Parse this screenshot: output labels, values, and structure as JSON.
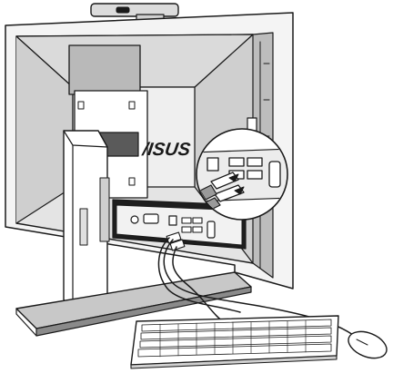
{
  "brand": {
    "logo_text": "/ISUS"
  },
  "illustration": {
    "parts": [
      "webcam",
      "monitor-back-panel",
      "stand",
      "io-port-panel",
      "magnified-port-callout",
      "usb-cables",
      "keyboard",
      "mouse"
    ]
  },
  "colors": {
    "line": "#1a1a1a",
    "panel_light": "#e6e6e6",
    "panel_mid": "#c8c8c8",
    "panel_dark": "#8a8a8a",
    "screen_fill": "#d9d9d9"
  }
}
